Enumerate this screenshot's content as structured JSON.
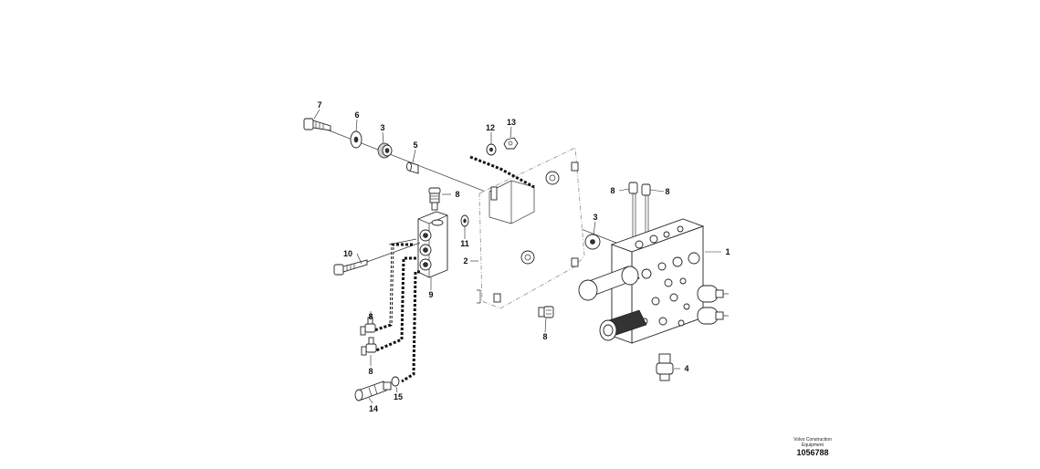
{
  "callouts": {
    "p1": "1",
    "p2": "2",
    "p3a": "3",
    "p3b": "3",
    "p4": "4",
    "p5": "5",
    "p6": "6",
    "p7": "7",
    "p8a": "8",
    "p8b": "8",
    "p8c": "8",
    "p8d": "8",
    "p8e": "8",
    "p8f": "8",
    "p9": "9",
    "p10": "10",
    "p11": "11",
    "p12": "12",
    "p13": "13",
    "p14": "14",
    "p15": "15"
  },
  "stamp": {
    "company_line1": "Volvo Construction",
    "company_line2": "Equipment",
    "figure_number": "1056788"
  }
}
